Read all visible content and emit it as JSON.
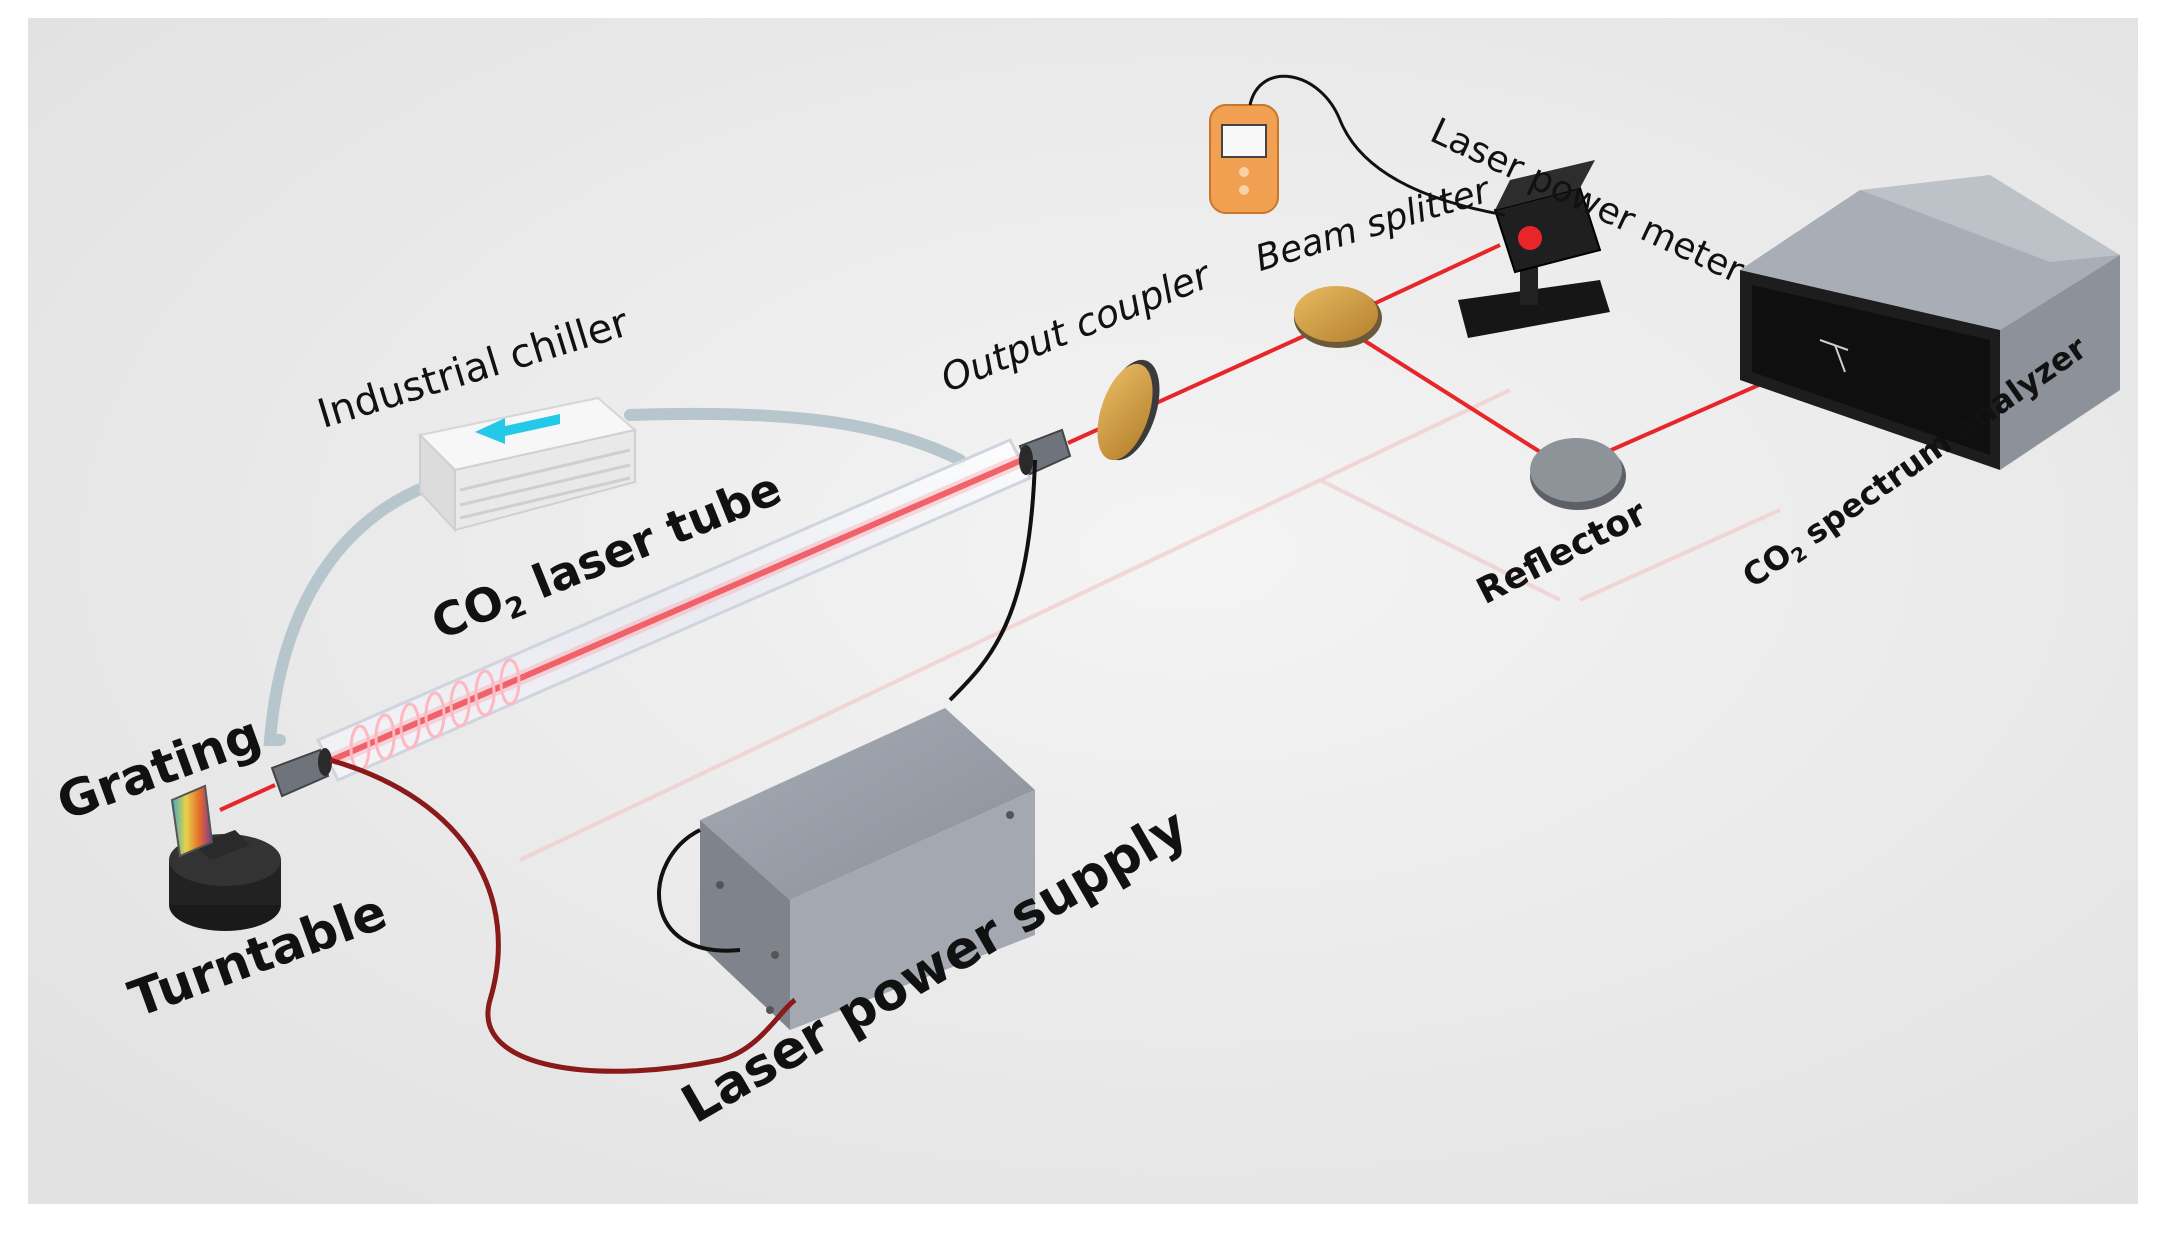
{
  "labels": {
    "industrial_chiller": "Industrial chiller",
    "co2_prefix": "CO",
    "co2_sub": "2",
    "laser_tube_suffix": " laser tube",
    "output_coupler": "Output coupler",
    "beam_splitter": "Beam splitter",
    "laser_power_meter": "Laser power meter",
    "analyzer_prefix": "CO",
    "analyzer_sub": "2",
    "analyzer_suffix": " spectrum analyzer",
    "reflector": "Reflector",
    "grating": "Grating",
    "turntable": "Turntable",
    "laser_power_supply": "Laser power supply"
  },
  "colors": {
    "laser_beam": "#e8262a",
    "chiller_arrow": "#23c9e6",
    "coupler_lens": "#d9a44a",
    "meter_body": "#f0a050",
    "cable_red": "#8a1a1a",
    "hose": "#b7c6cc"
  }
}
